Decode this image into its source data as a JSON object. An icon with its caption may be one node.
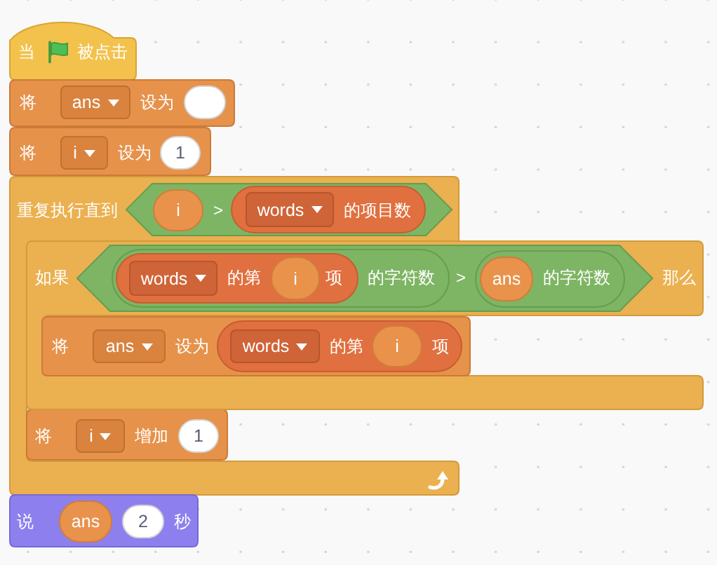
{
  "diagram": {
    "nodes": [
      {
        "text": [
          "当",
          "被点击"
        ]
      },
      {
        "text": [
          "将",
          "设为"
        ]
      },
      {
        "text": [
          "ans"
        ],
        "in": 1
      },
      {
        "text": [],
        "shape": "circle",
        "in": 1
      },
      {
        "text": [
          "将",
          "设为"
        ]
      },
      {
        "text": [
          "i"
        ],
        "in": 4
      },
      {
        "text": [
          "1"
        ],
        "in": 4
      },
      {
        "text": [
          "重复执行直到"
        ]
      },
      {
        "text": [
          ">"
        ],
        "in": 7
      },
      {
        "text": [
          "i"
        ],
        "in": 8
      },
      {
        "text": [
          "的项目数"
        ],
        "in": 8
      },
      {
        "text": [
          "words"
        ],
        "in": 10
      },
      {
        "text": [
          "如果",
          "那么"
        ]
      },
      {
        "text": [
          ">"
        ],
        "in": 12
      },
      {
        "text": [
          "的字符数"
        ],
        "in": 13
      },
      {
        "text": [
          "的第",
          "项"
        ],
        "in": 14
      },
      {
        "text": [
          "words"
        ],
        "in": 15
      },
      {
        "text": [
          "i"
        ],
        "in": 15
      },
      {
        "text": [
          "的字符数"
        ],
        "in": 13
      },
      {
        "text": [
          "ans"
        ],
        "in": 18
      },
      {
        "text": [
          "将",
          "设为"
        ],
        "in": 12
      },
      {
        "text": [
          "ans"
        ],
        "in": 20
      },
      {
        "text": [
          "的第",
          "项"
        ],
        "in": 20
      },
      {
        "text": [
          "words"
        ],
        "in": 22
      },
      {
        "text": [
          "i"
        ],
        "in": 22
      },
      {
        "text": [
          "将",
          "增加"
        ],
        "in": 7
      },
      {
        "text": [
          "i"
        ],
        "in": 25
      },
      {
        "text": [
          "1"
        ],
        "in": 25
      },
      {
        "text": [
          "说",
          "秒"
        ]
      },
      {
        "text": [
          "ans"
        ],
        "in": 28
      },
      {
        "text": [
          "2"
        ],
        "in": 28
      }
    ]
  }
}
